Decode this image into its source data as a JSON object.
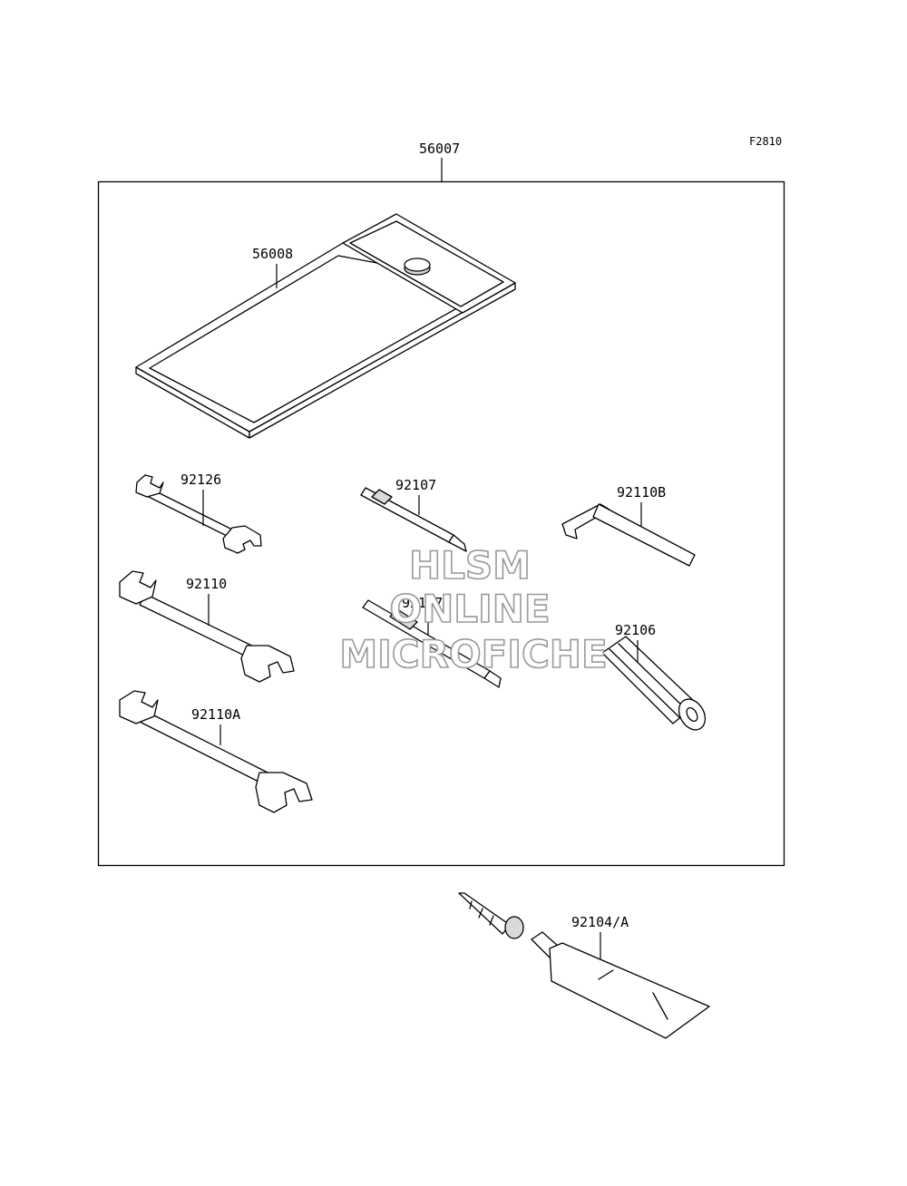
{
  "figure_code": "F2810",
  "kit_label": "56007",
  "parts": {
    "tool_bag": "56008",
    "wrench_small": "92126",
    "wrench_medium": "92110",
    "wrench_large": "92110A",
    "screwdriver_bit": "92107",
    "screwdriver_bit_a": "92107A",
    "hex_wrench": "92110B",
    "screwdriver_handle": "92106",
    "tire_repair_tube": "92104/A"
  },
  "watermark": {
    "line1": "HLSM",
    "line2": "ONLINE",
    "line3": "MICROFICHE"
  }
}
